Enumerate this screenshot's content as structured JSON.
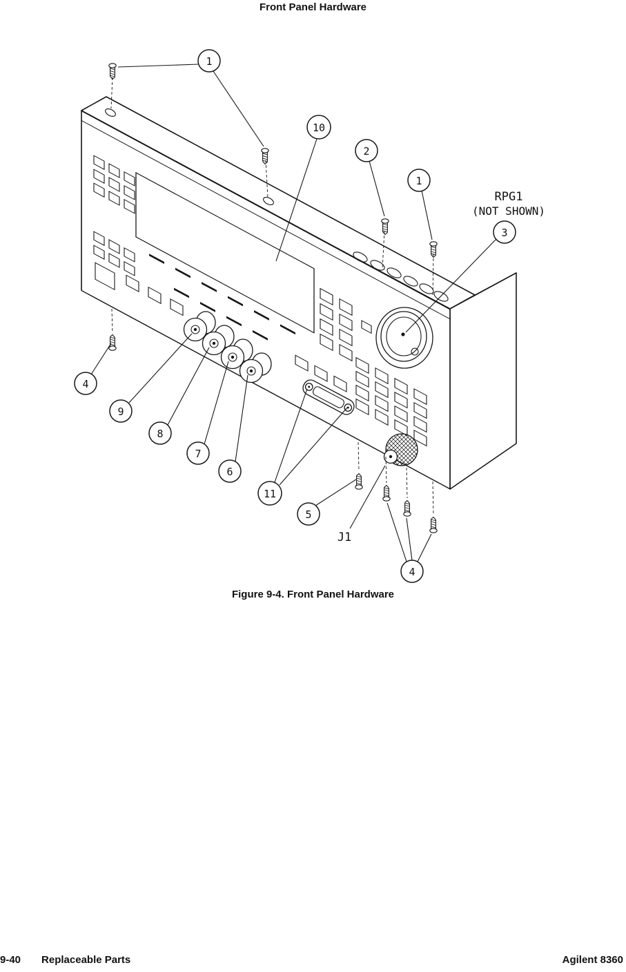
{
  "page": {
    "header_title": "Front Panel Hardware",
    "caption": "Figure 9-4. Front Panel Hardware",
    "footer": {
      "page_number": "9-40",
      "section": "Replaceable Parts",
      "product": "Agilent 8360"
    }
  },
  "diagram": {
    "annotations": {
      "rpg1_line1": "RPG1",
      "rpg1_line2": "(NOT SHOWN)",
      "j1": "J1"
    },
    "callouts": {
      "top_screws": "1",
      "display": "10",
      "top_screw_2": "2",
      "right_screw": "1",
      "knob": "3",
      "left_screw": "4",
      "bnc_9": "9",
      "bnc_8": "8",
      "bnc_7": "7",
      "bnc_6": "6",
      "connector_screws": "11",
      "bottom_screw": "5",
      "bottom_right_screws": "4"
    }
  }
}
